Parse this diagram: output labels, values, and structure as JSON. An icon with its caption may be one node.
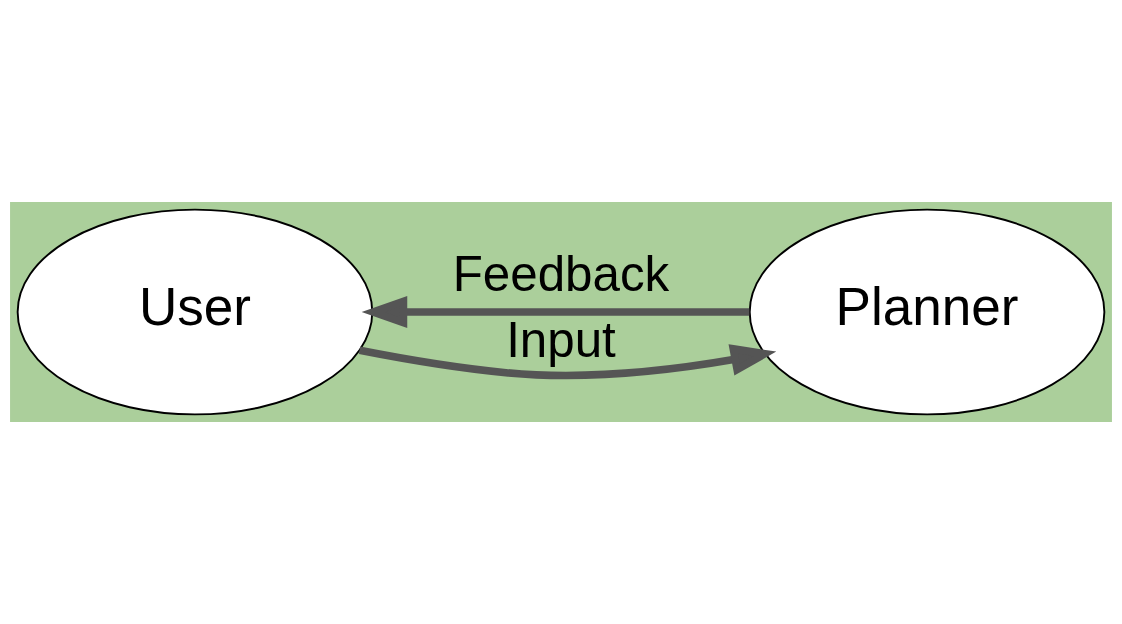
{
  "diagram": {
    "nodes": [
      {
        "text": [
          "User"
        ]
      },
      {
        "text": [
          "Planner"
        ]
      }
    ],
    "edges": [
      {
        "from": 1,
        "to": 0,
        "arrow": "to",
        "label": "Feedback"
      },
      {
        "from": 0,
        "to": 1,
        "arrow": "to",
        "label": "Input"
      }
    ]
  }
}
